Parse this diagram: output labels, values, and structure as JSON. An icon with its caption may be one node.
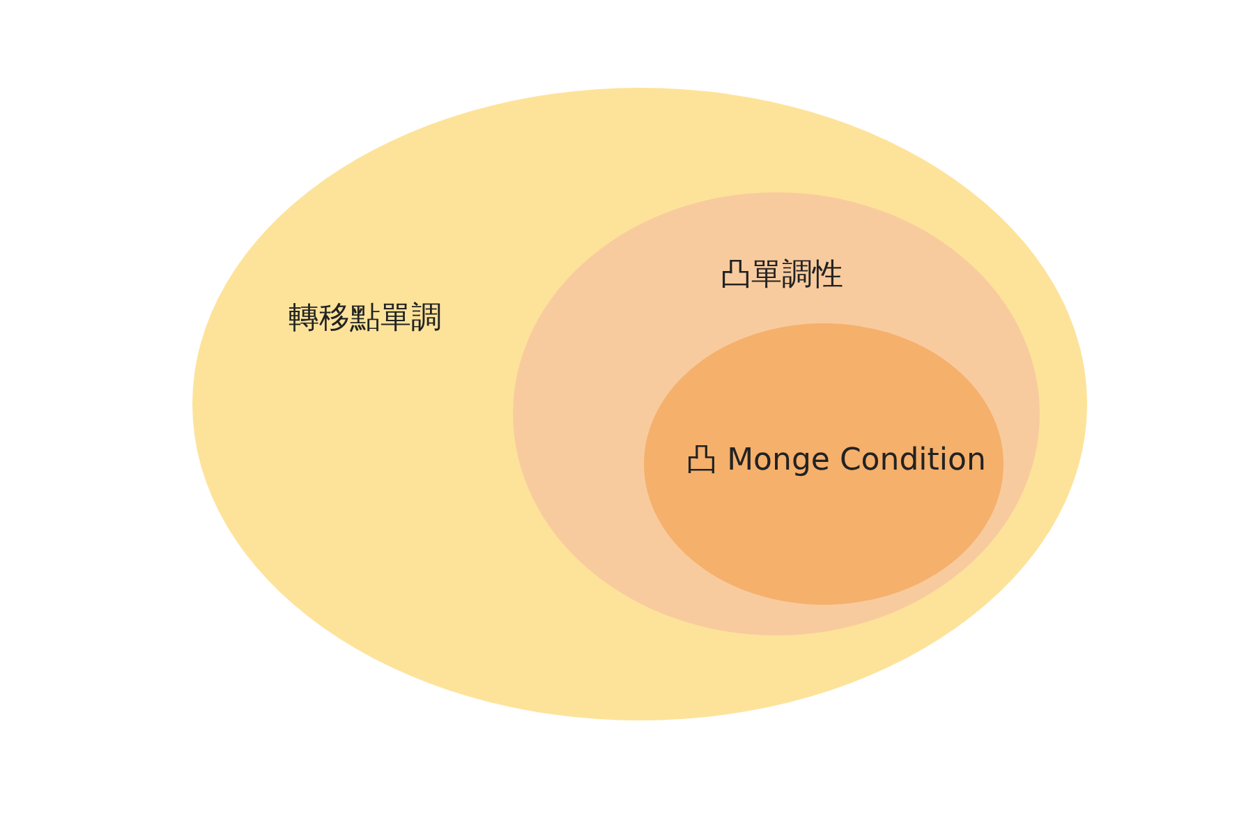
{
  "diagram": {
    "nodes": [
      {
        "text": [
          "轉移點單調"
        ]
      },
      {
        "text": [
          "凸單調性"
        ],
        "in": 0
      },
      {
        "text": [
          "凸 Monge Condition"
        ],
        "in": 1
      }
    ]
  }
}
